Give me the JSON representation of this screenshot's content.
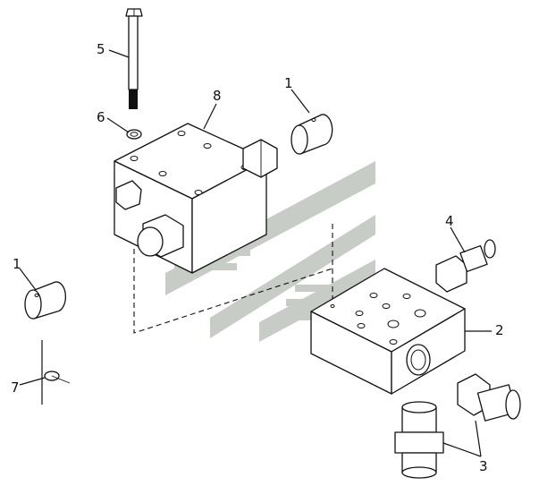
{
  "callouts": {
    "c1a": "1",
    "c1b": "1",
    "c2": "2",
    "c3": "3",
    "c4": "4",
    "c5": "5",
    "c6": "6",
    "c7": "7",
    "c8": "8"
  },
  "watermark": {
    "color": "#9aa49a"
  }
}
